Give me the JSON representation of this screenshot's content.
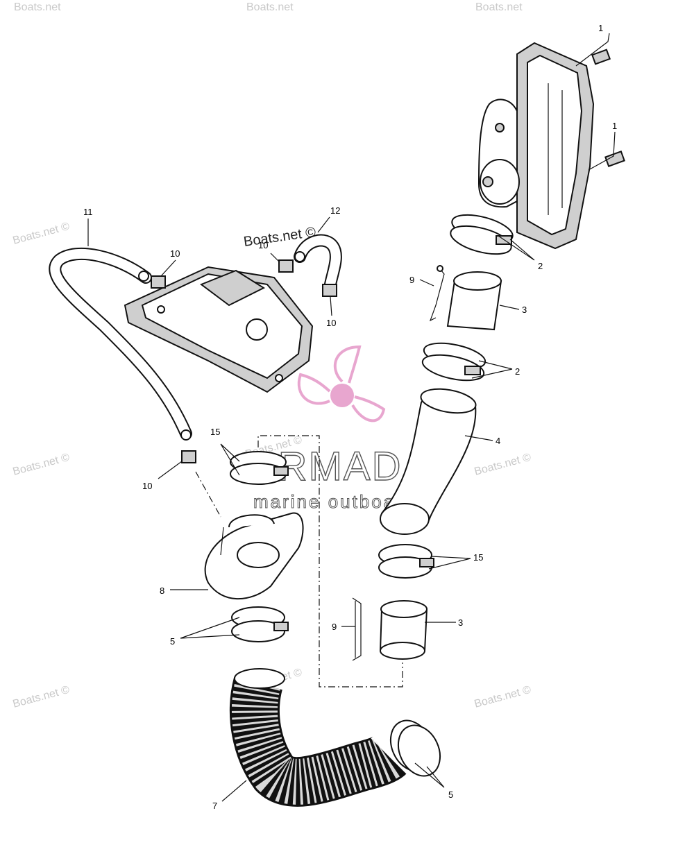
{
  "watermark": {
    "site": "Boats.net",
    "site_copyright": "Boats.net ©",
    "brand": "ARMADA",
    "brand_tagline": "marine outboards",
    "brand_color": "#e8a6cf"
  },
  "callouts": {
    "c1a": "1",
    "c1b": "1",
    "c2a": "2",
    "c2b": "2",
    "c3a": "3",
    "c3b": "3",
    "c4": "4",
    "c5a": "5",
    "c5b": "5",
    "c7": "7",
    "c8": "8",
    "c9a": "9",
    "c9b": "9",
    "c10a": "10",
    "c10b": "10",
    "c10c": "10",
    "c10d": "10",
    "c11": "11",
    "c12": "12",
    "c15a": "15",
    "c15b": "15"
  },
  "icons": {
    "logo": "propeller-icon"
  }
}
